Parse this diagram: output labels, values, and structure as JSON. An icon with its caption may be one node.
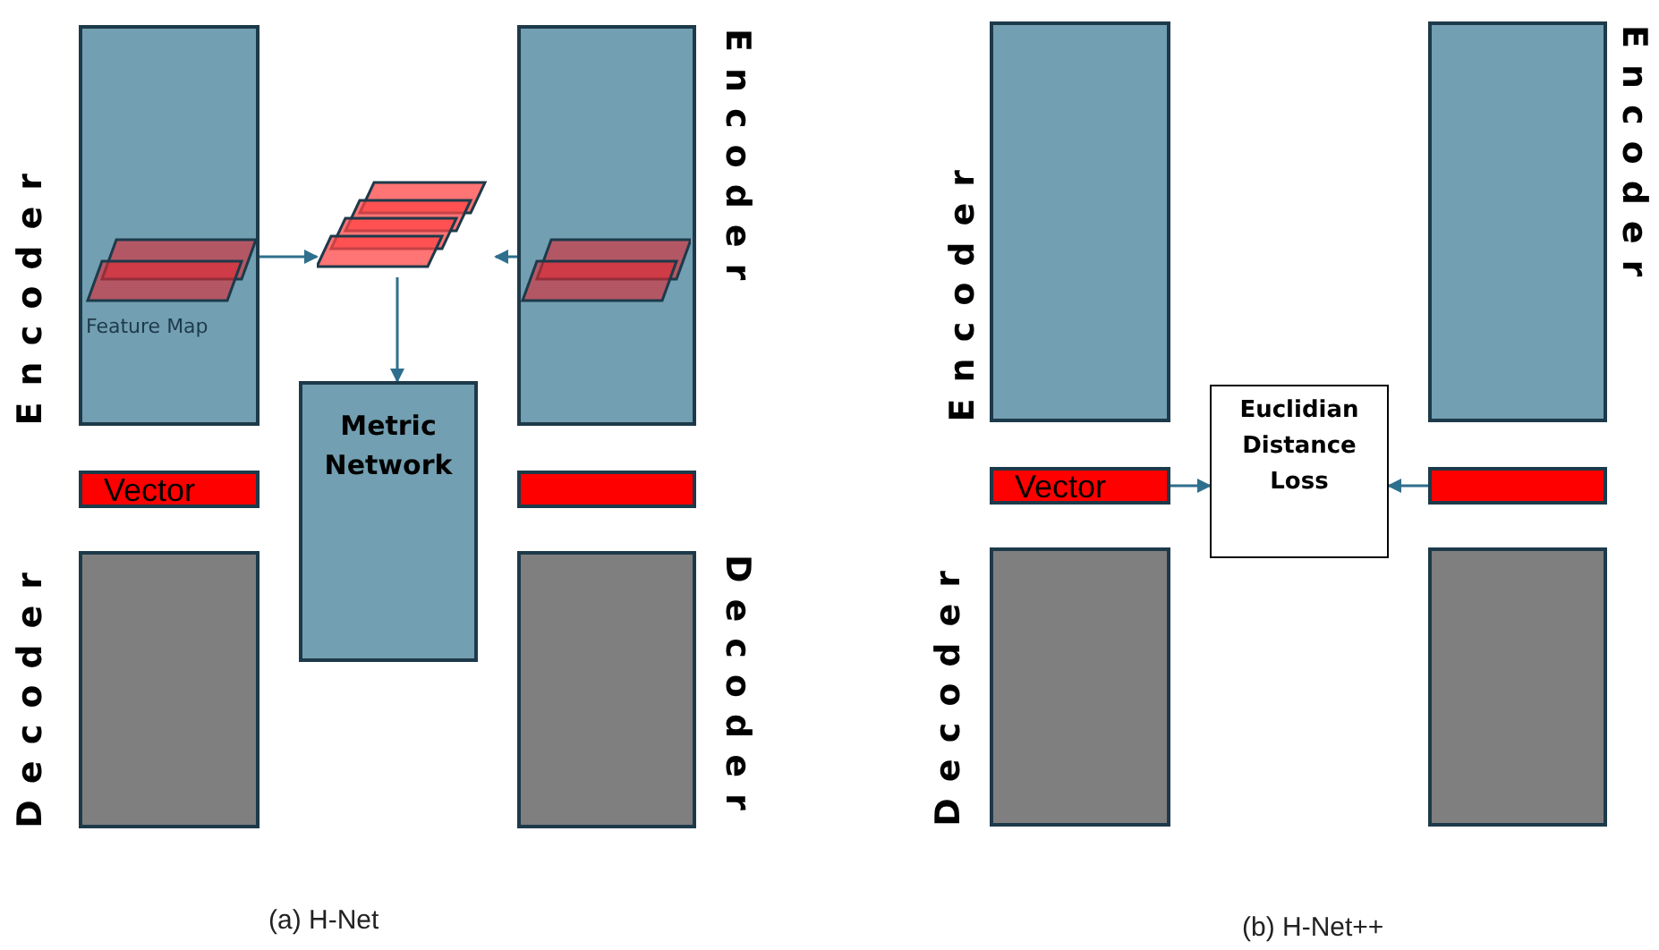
{
  "diagram": {
    "nodes": [
      {
        "text": [
          "Encoder"
        ]
      },
      {
        "text": [
          "Feature Map"
        ],
        "in": 0
      },
      {
        "text": [],
        "shape": "parallelogram"
      },
      {
        "text": [
          "Encoder"
        ]
      },
      {
        "text": [],
        "shape": "parallelogram",
        "in": 3
      },
      {
        "text": [
          "Metric Network"
        ]
      },
      {
        "text": [
          "Vector"
        ]
      },
      {
        "text": [],
        "shape": "bar"
      },
      {
        "text": [
          "Decoder"
        ]
      },
      {
        "text": [
          "Decoder"
        ]
      },
      {
        "text": [
          "Encoder"
        ]
      },
      {
        "text": [
          "Encoder"
        ]
      },
      {
        "text": [
          "Vector"
        ]
      },
      {
        "text": [
          "Euclidian Distance Loss"
        ]
      },
      {
        "text": [],
        "shape": "bar"
      },
      {
        "text": [
          "Decoder"
        ]
      },
      {
        "text": [],
        "shape": "box"
      }
    ],
    "edges": [
      {
        "from": 1,
        "to": 2,
        "arrow": "to"
      },
      {
        "from": 4,
        "to": 2,
        "arrow": "to"
      },
      {
        "from": 2,
        "to": 5,
        "arrow": "to"
      },
      {
        "from": 12,
        "to": 13,
        "arrow": "to"
      },
      {
        "from": 14,
        "to": 13,
        "arrow": "to"
      }
    ],
    "labels": [
      "(a) H-Net",
      "(b) H-Net++"
    ]
  }
}
